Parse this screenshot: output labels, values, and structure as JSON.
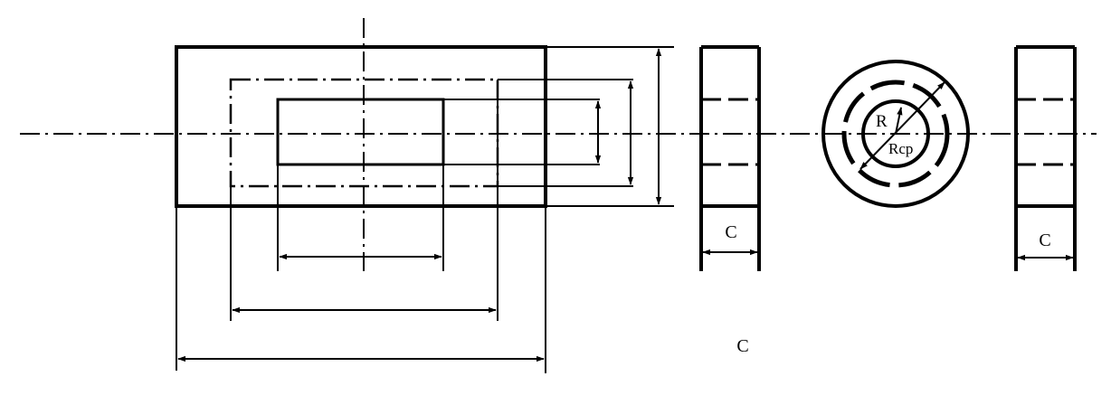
{
  "labels": {
    "c_view2": "C",
    "c_view4": "C",
    "c_caption": "C",
    "r_inner": "R",
    "r_mean": "Rcp"
  }
}
